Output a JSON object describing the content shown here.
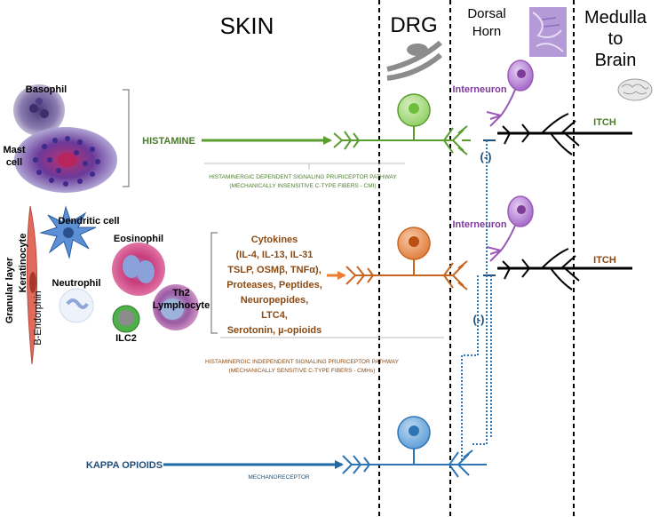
{
  "headers": {
    "skin": "SKIN",
    "drg": "DRG",
    "dorsal_horn_line1": "Dorsal",
    "dorsal_horn_line2": "Horn",
    "medulla_line1": "Medulla",
    "medulla_line2": "to",
    "medulla_line3": "Brain"
  },
  "cells": {
    "basophil": "Basophil",
    "mast_line1": "Mast",
    "mast_line2": "cell",
    "dendritic": "Dendritic cell",
    "eosinophil": "Eosinophil",
    "neutrophil": "Neutrophil",
    "th2_line1": "Th2",
    "th2_line2": "Lymphocyte",
    "ilc2": "ILC2",
    "granular_layer": "Granular layer",
    "keratinocyte": "Keratinocyte",
    "b_endorphin": "B-Endorphin"
  },
  "pathway_histamine": {
    "mediator": "HISTAMINE",
    "caption_line1": "HISTAMINERGIC DEPENDENT SIGNALING PRURICEPTOR PATHWAY",
    "caption_line2": "(MECHANICALLY INSENSITIVE C-TYPE FIBERS - CMI)",
    "interneuron": "Interneuron",
    "output": "ITCH",
    "inhibition": "(-)"
  },
  "pathway_nonhistamine": {
    "mediators": [
      "Cytokines",
      "(IL-4, IL-13, IL-31",
      "TSLP, OSMβ, TNFα),",
      "Proteases, Peptides,",
      "Neuropepides,",
      "LTC4,",
      "Serotonin, µ-opioids"
    ],
    "caption_line1": "HISTAMINERGIC INDEPENDENT SIGNALING PRURICEPTOR PATHWAY",
    "caption_line2": "(MECHANICALLY SENSITIVE C-TYPE FIBERS - CMHs)",
    "interneuron": "Interneuron",
    "output": "ITCH",
    "inhibition": "(-)"
  },
  "pathway_kappa": {
    "mediator": "KAPPA OPIOIDS",
    "caption": "MECHANORECEPTOR"
  },
  "colors": {
    "histamine": "#5a9e2f",
    "histamine_text": "#4a7d28",
    "nonhistamine": "#ed7d31",
    "nonhistamine_text": "#8b4a13",
    "kappa": "#1f6aa5",
    "kappa_text": "#1f4e79",
    "interneuron": "#9b59b6",
    "output_neuron": "#000000"
  }
}
